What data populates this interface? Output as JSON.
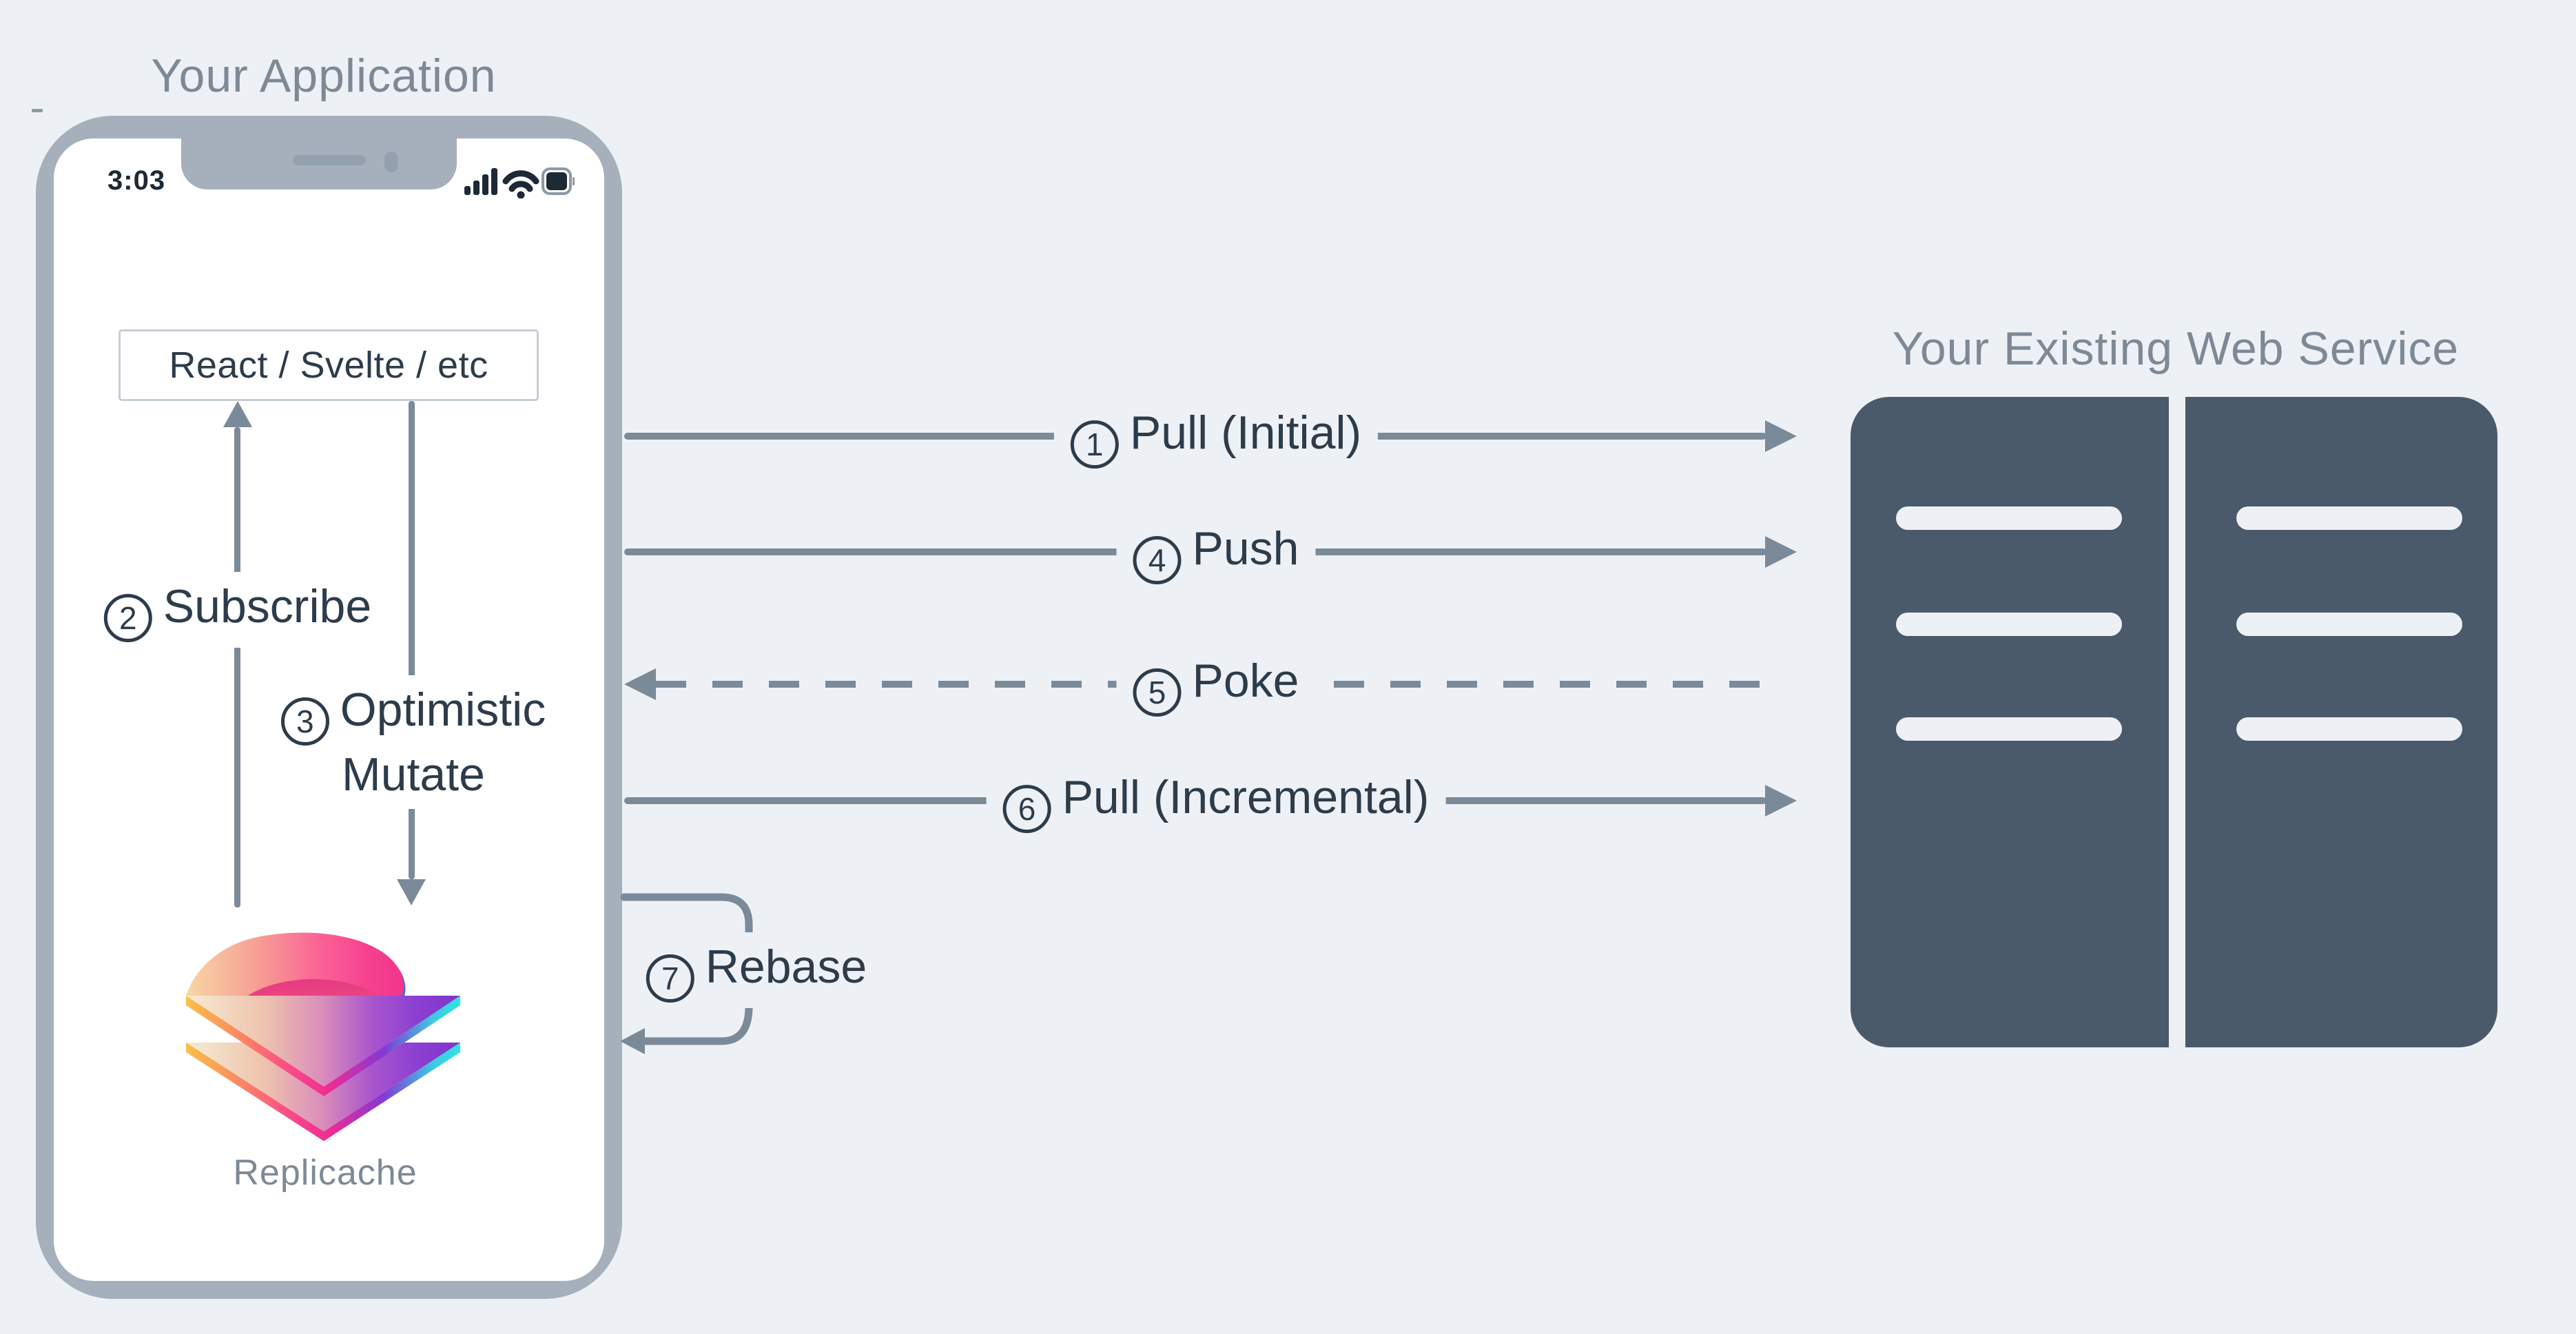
{
  "colors": {
    "background": "#edf1f5",
    "dark_text": "#2d3c4b",
    "muted_title": "#7d8996",
    "arrow_gray": "#7b8a99",
    "phone_frame": "#a6b0bc",
    "server_fill": "#4b5a6a",
    "logo_pink": "#f5408e",
    "logo_orange": "#fbbf49",
    "logo_purple": "#8a3fd2",
    "logo_cyan": "#2fe3e3"
  },
  "application": {
    "title": "Your Application",
    "status_bar": {
      "time": "3:03",
      "icons": [
        "cellular-signal-icon",
        "wifi-icon",
        "battery-icon"
      ]
    },
    "ui_box": "React / Svelte / etc",
    "logo_caption": "Replicache",
    "steps": [
      {
        "num": "2",
        "label": "Subscribe",
        "direction": "up"
      },
      {
        "num": "3",
        "label": "Optimistic Mutate",
        "direction": "down"
      }
    ]
  },
  "service": {
    "title": "Your Existing Web Service",
    "server_count": 2,
    "rack_lines_per_server": 3
  },
  "flows": [
    {
      "num": "1",
      "label": "Pull (Initial)",
      "style": "solid",
      "direction": "to-service"
    },
    {
      "num": "4",
      "label": "Push",
      "style": "solid",
      "direction": "to-service"
    },
    {
      "num": "5",
      "label": "Poke",
      "style": "dashed",
      "direction": "to-application"
    },
    {
      "num": "6",
      "label": "Pull (Incremental)",
      "style": "solid",
      "direction": "to-service"
    },
    {
      "num": "7",
      "label": "Rebase",
      "style": "loop",
      "direction": "loop-back"
    }
  ]
}
